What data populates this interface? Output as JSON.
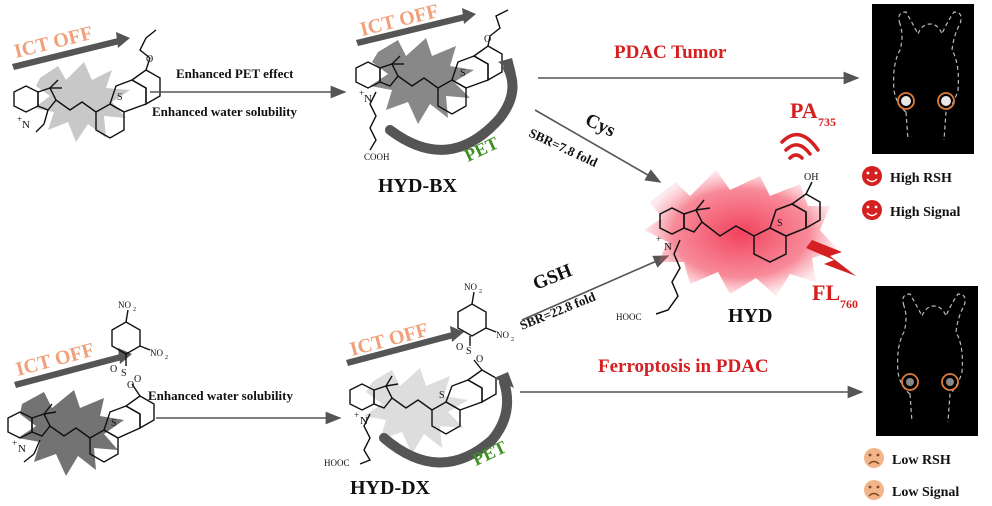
{
  "colors": {
    "red": "#d42020",
    "green": "#3f8f22",
    "salmon": "#f0a07a",
    "arrow": "#555555",
    "panel": "#000000",
    "face_red": "#d42020",
    "face_peach": "#f4b48a"
  },
  "labels": {
    "ict_off": "ICT OFF",
    "enhanced_pet": "Enhanced PET effect",
    "enhanced_water_1": "Enhanced water solubility",
    "enhanced_water_2": "Enhanced water solubility",
    "hyd_bx": "HYD-BX",
    "hyd_dx": "HYD-DX",
    "hyd": "HYD",
    "pet": "PET",
    "pdac_tumor": "PDAC Tumor",
    "ferroptosis": "Ferroptosis in PDAC",
    "cys": "Cys",
    "sbr_cys": "SBR=7.8 fold",
    "gsh": "GSH",
    "sbr_gsh": "SBR=22.8 fold",
    "pa_main": "PA",
    "pa_sub": "735",
    "fl_main": "FL",
    "fl_sub": "760"
  },
  "atoms": {
    "n_plus": "N",
    "plus": "+",
    "s": "S",
    "o": "O",
    "oh": "OH",
    "no2": "NO",
    "no2_sub": "2",
    "cooh": "COOH",
    "hooc": "HOOC",
    "so2_s": "S",
    "so2_o": "O"
  },
  "legend": {
    "high_rsh": "High RSH",
    "high_signal": "High Signal",
    "low_rsh": "Low RSH",
    "low_signal": "Low Signal"
  }
}
